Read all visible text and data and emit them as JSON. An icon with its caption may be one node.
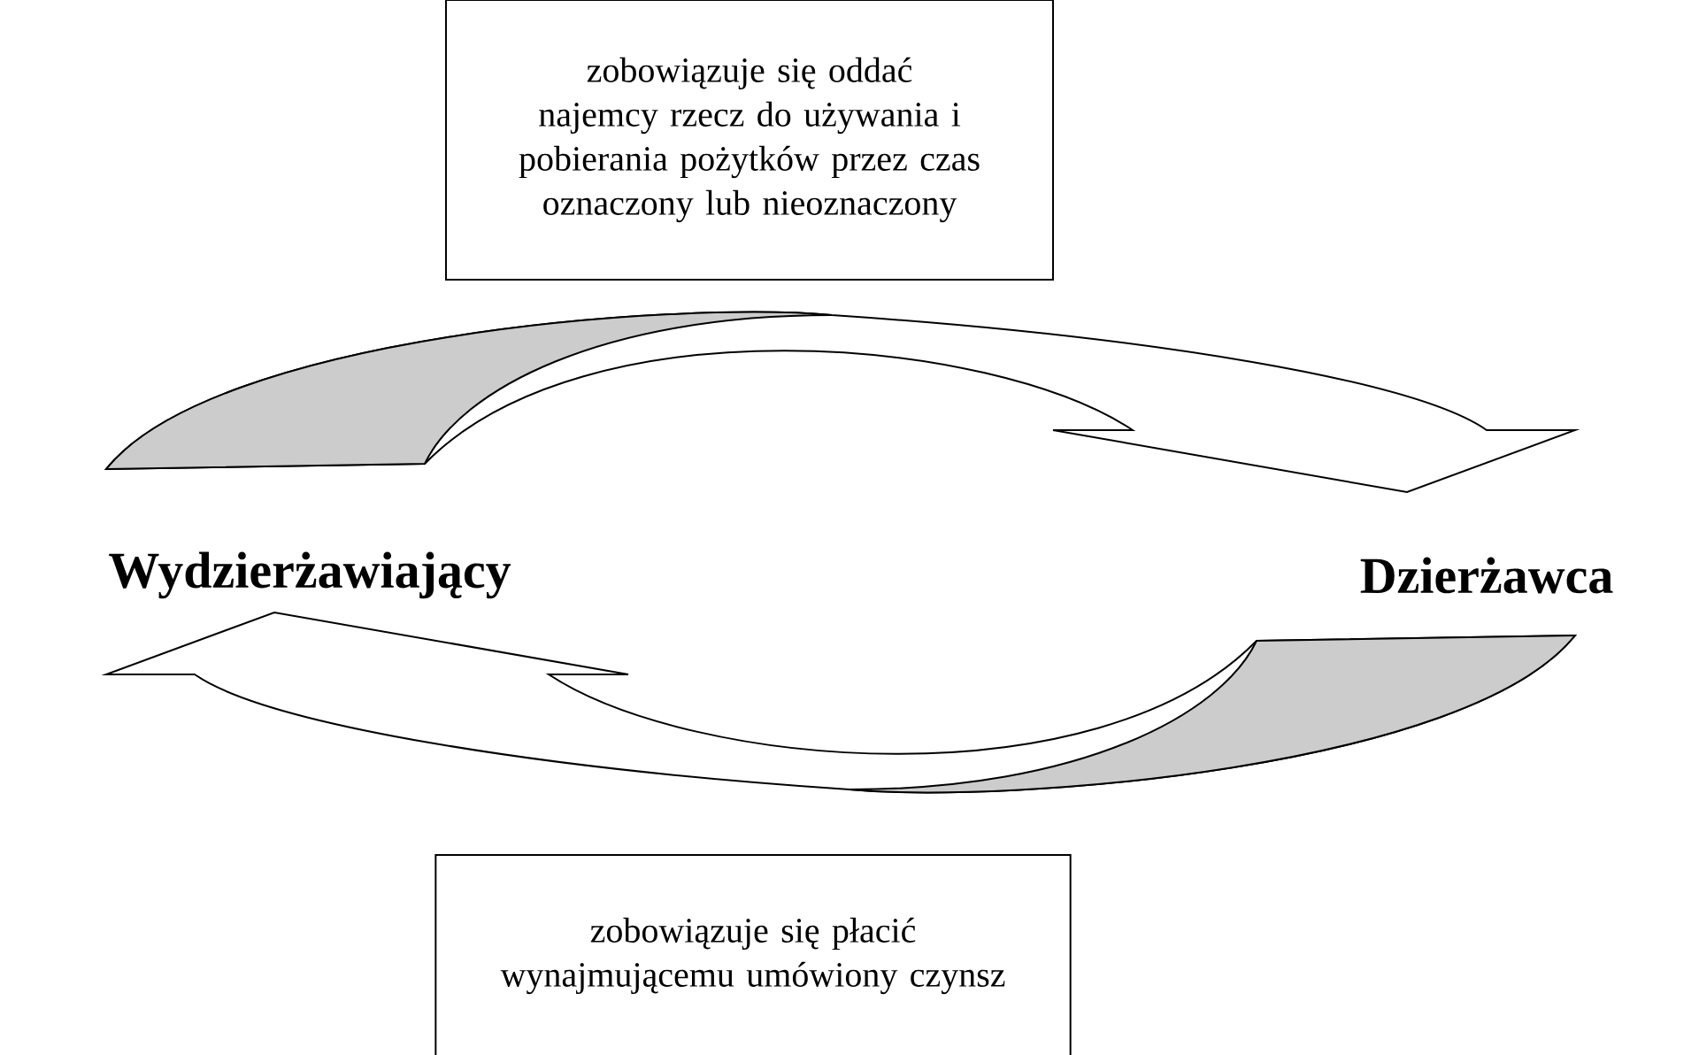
{
  "diagram": {
    "nodes": [
      {
        "text": [
          "zobowiązuje się oddać najemcy rzecz do używania i pobierania pożytków przez czas oznaczony lub nieoznaczony"
        ]
      },
      {
        "text": [
          "Wydzierżawiający"
        ]
      },
      {
        "text": [
          "Dzierżawca"
        ]
      },
      {
        "text": [
          "zobowiązuje się płacić wynajmującemu umówiony czynsz"
        ]
      }
    ],
    "edges": [
      {
        "from": 1,
        "to": 2,
        "arrow": "to"
      },
      {
        "from": 2,
        "to": 1,
        "arrow": "to"
      }
    ]
  }
}
